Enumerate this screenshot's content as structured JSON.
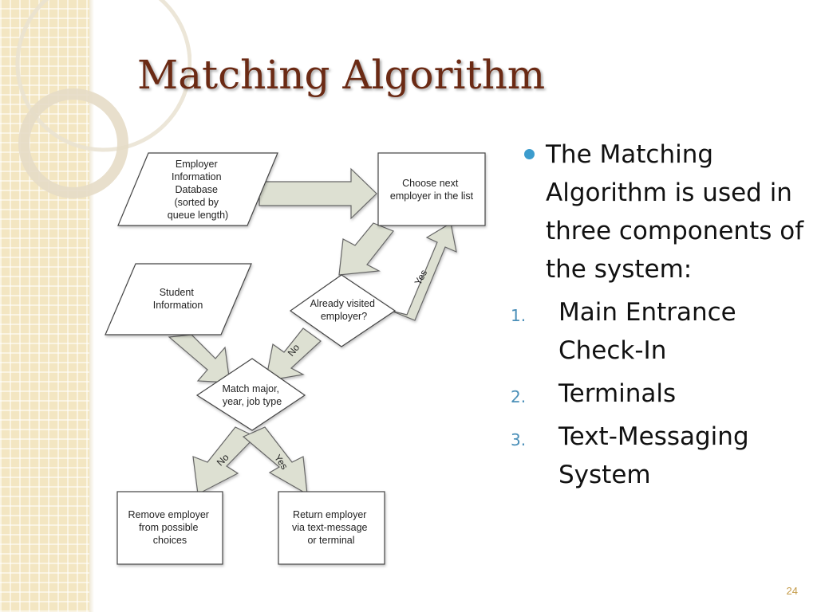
{
  "slide": {
    "title": "Matching Algorithm",
    "page_number": "24"
  },
  "flowchart": {
    "employer_db": [
      "Employer",
      "Information",
      "Database",
      "(sorted by",
      "queue length)"
    ],
    "choose_next": [
      "Choose next",
      "employer in the list"
    ],
    "student_info": [
      "Student",
      "Information"
    ],
    "already_visited": [
      "Already visited",
      "employer?"
    ],
    "match": [
      "Match major,",
      "year, job type"
    ],
    "remove": [
      "Remove employer",
      "from possible",
      "choices"
    ],
    "return_employer": [
      "Return employer",
      "via text-message",
      "or terminal"
    ],
    "labels": {
      "yes_upper": "Yes",
      "no_upper": "No",
      "no_lower": "No",
      "yes_lower": "Yes"
    }
  },
  "bullets": {
    "intro": "The Matching Algorithm is used in three components of the system:",
    "items": [
      {
        "num": "1.",
        "text": "Main Entrance Check-In"
      },
      {
        "num": "2.",
        "text": "Terminals"
      },
      {
        "num": "3.",
        "text": "Text-Messaging System"
      }
    ]
  },
  "colors": {
    "title": "#6b2a14",
    "bullet_dot": "#3c9ccd",
    "number": "#4a8fb8",
    "page_number": "#c59c4a",
    "arrow_fill": "#dde0d2",
    "decor_band": "#f3e6c2"
  }
}
